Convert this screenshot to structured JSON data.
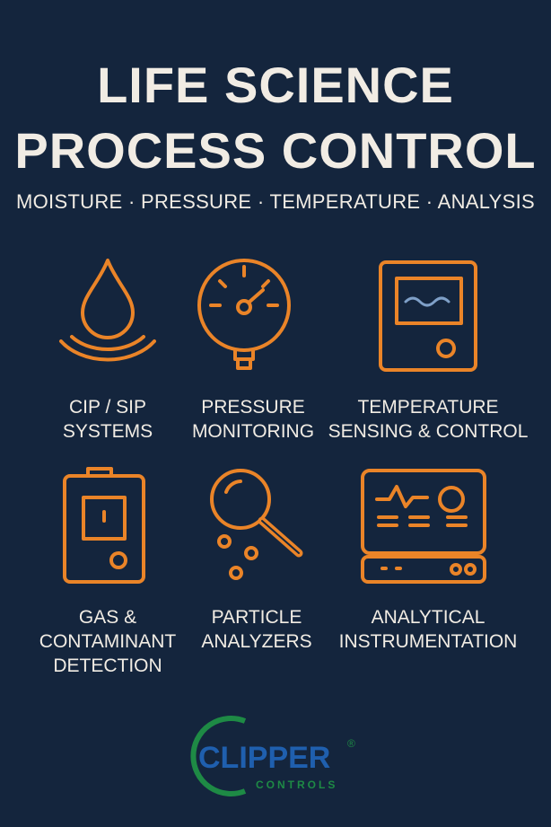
{
  "header": {
    "title_line1": "LIFE SCIENCE",
    "title_line2": "PROCESS CONTROL",
    "subtitle": "MOISTURE · PRESSURE · TEMPERATURE · ANALYSIS"
  },
  "colors": {
    "background": "#14253d",
    "accent": "#ea8428",
    "text": "#f1ece4",
    "logo_blue": "#1f5fae",
    "logo_green": "#1e8a45"
  },
  "items": [
    {
      "icon": "water-drop-icon",
      "line1": "CIP / SIP",
      "line2": "SYSTEMS"
    },
    {
      "icon": "pressure-gauge-icon",
      "line1": "PRESSURE",
      "line2": "MONITORING"
    },
    {
      "icon": "temperature-controller-icon",
      "line1": "TEMPERATURE",
      "line2": "SENSING & CONTROL"
    },
    {
      "icon": "gas-detector-icon",
      "line1": "GAS &",
      "line2": "CONTAMINANT",
      "line3": "DETECTION"
    },
    {
      "icon": "magnifier-particles-icon",
      "line1": "PARTICLE",
      "line2": "ANALYZERS"
    },
    {
      "icon": "analytical-instrument-icon",
      "line1": "ANALYTICAL",
      "line2": "INSTRUMENTATION"
    }
  ],
  "logo": {
    "name": "CLIPPER",
    "sub": "CONTROLS",
    "mark": "®"
  }
}
